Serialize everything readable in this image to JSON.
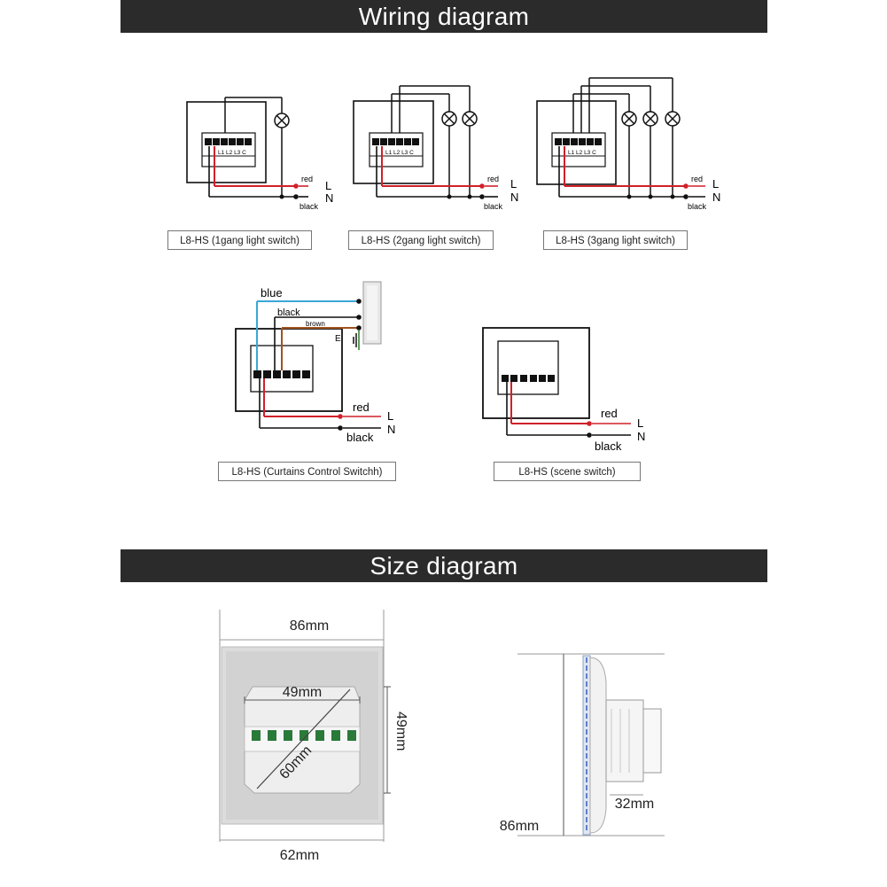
{
  "banners": {
    "wiring": "Wiring diagram",
    "size": "Size diagram"
  },
  "wiring": {
    "captions": [
      "L8-HS (1gang light switch)",
      "L8-HS (2gang light switch)",
      "L8-HS (3gang light switch)",
      "L8-HS (Curtains Control Switchh)",
      "L8-HS (scene switch)"
    ],
    "wire_labels": {
      "red": "red",
      "black": "black",
      "L": "L",
      "N": "N",
      "blue": "blue",
      "brown": "brown",
      "E": "E"
    },
    "terminal_labels": [
      "L1",
      "L2",
      "L3",
      "C"
    ]
  },
  "size": {
    "width_top": "86mm",
    "inner_width": "49mm",
    "inner_height": "49mm",
    "diagonal": "60mm",
    "width_bottom": "62mm",
    "depth": "32mm",
    "height_side": "86mm"
  },
  "colors": {
    "banner_bg": "#2b2b2b",
    "red_wire": "#d0202a",
    "blue_wire": "#3aa7d8",
    "brown_wire": "#a0521e"
  }
}
